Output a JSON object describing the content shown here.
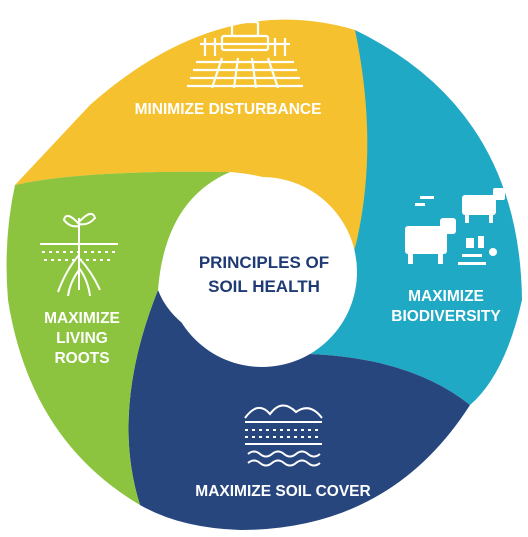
{
  "center": {
    "line1": "PRINCIPLES OF",
    "line2": "SOIL HEALTH"
  },
  "segments": [
    {
      "id": "disturbance",
      "lines": [
        "MINIMIZE DISTURBANCE"
      ],
      "color": "#f5c12e",
      "icon": "tractor-tilling-icon"
    },
    {
      "id": "biodiversity",
      "lines": [
        "MAXIMIZE",
        "BIODIVERSITY"
      ],
      "color": "#1fa9c4",
      "icon": "livestock-crops-icon"
    },
    {
      "id": "soil_cover",
      "lines": [
        "MAXIMIZE SOIL COVER"
      ],
      "color": "#27467e",
      "icon": "soil-layers-icon"
    },
    {
      "id": "living_roots",
      "lines": [
        "MAXIMIZE",
        "LIVING",
        "ROOTS"
      ],
      "color": "#8cc43f",
      "icon": "plant-roots-icon"
    }
  ],
  "colors": {
    "center_text": "#1f3b73",
    "label_text": "#ffffff",
    "background": "#ffffff"
  }
}
